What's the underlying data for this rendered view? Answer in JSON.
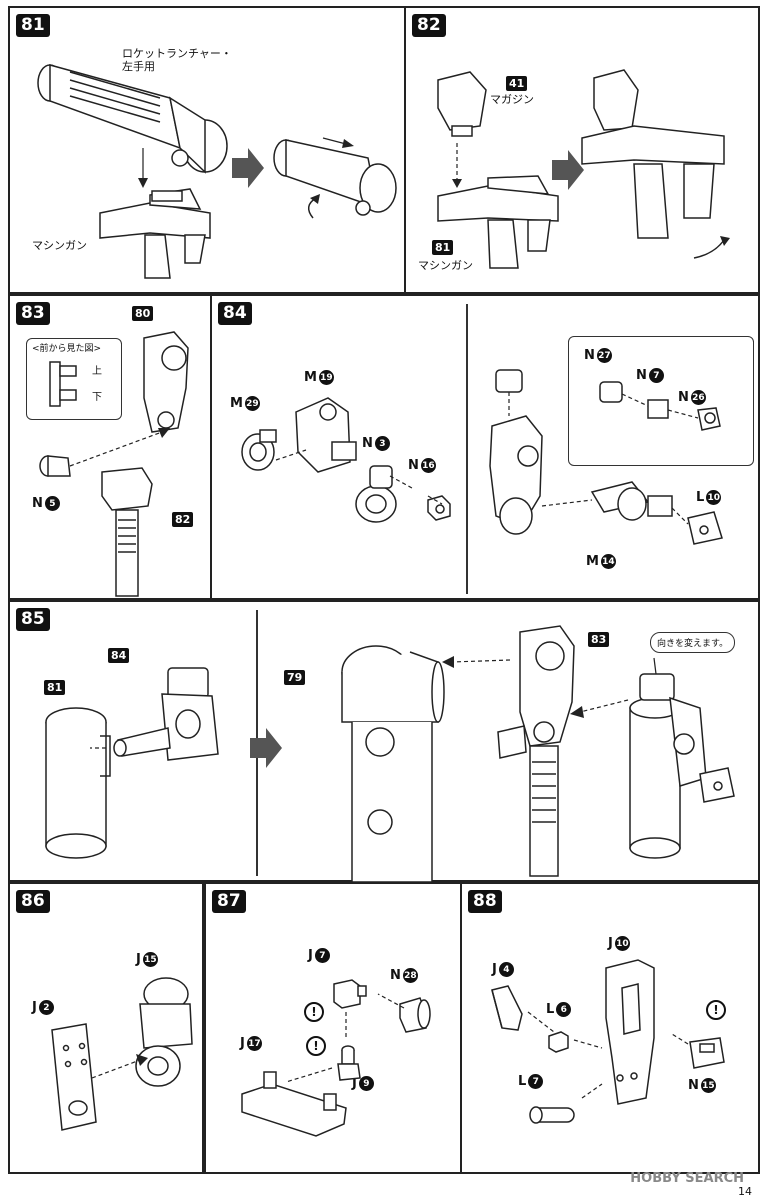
{
  "steps": {
    "s81": {
      "num": "81",
      "label_rocket": "ロケットランチャー・\n左手用",
      "label_machinegun": "マシンガン"
    },
    "s82": {
      "num": "82",
      "tag_41": "41",
      "label_magazine": "マガジン",
      "tag_81": "81",
      "label_machinegun": "マシンガン"
    },
    "s83": {
      "num": "83",
      "tag_80": "80",
      "inset_title": "<前から見た図>",
      "inset_top": "上",
      "inset_bottom": "下",
      "n5_letter": "N",
      "n5_num": "5",
      "tag_82": "82"
    },
    "s84": {
      "num": "84",
      "m29_letter": "M",
      "m29_num": "29",
      "m19_letter": "M",
      "m19_num": "19",
      "n3_letter": "N",
      "n3_num": "3",
      "n16_letter": "N",
      "n16_num": "16",
      "n27_letter": "N",
      "n27_num": "27",
      "n7_letter": "N",
      "n7_num": "7",
      "n26_letter": "N",
      "n26_num": "26",
      "l10_letter": "L",
      "l10_num": "10",
      "m14_letter": "M",
      "m14_num": "14"
    },
    "s85": {
      "num": "85",
      "tag_84": "84",
      "tag_81": "81",
      "tag_79": "79",
      "tag_83": "83",
      "callout": "向きを変えます。"
    },
    "s86": {
      "num": "86",
      "j15_letter": "J",
      "j15_num": "15",
      "j2_letter": "J",
      "j2_num": "2"
    },
    "s87": {
      "num": "87",
      "j7_letter": "J",
      "j7_num": "7",
      "n28_letter": "N",
      "n28_num": "28",
      "j17_letter": "J",
      "j17_num": "17",
      "j9_letter": "J",
      "j9_num": "9",
      "warn": "!"
    },
    "s88": {
      "num": "88",
      "j10_letter": "J",
      "j10_num": "10",
      "j4_letter": "J",
      "j4_num": "4",
      "l6_letter": "L",
      "l6_num": "6",
      "l7_letter": "L",
      "l7_num": "7",
      "n15_letter": "N",
      "n15_num": "15",
      "warn": "!"
    }
  },
  "footer": {
    "logo": "HOBBY SEARCH",
    "page": "14"
  }
}
